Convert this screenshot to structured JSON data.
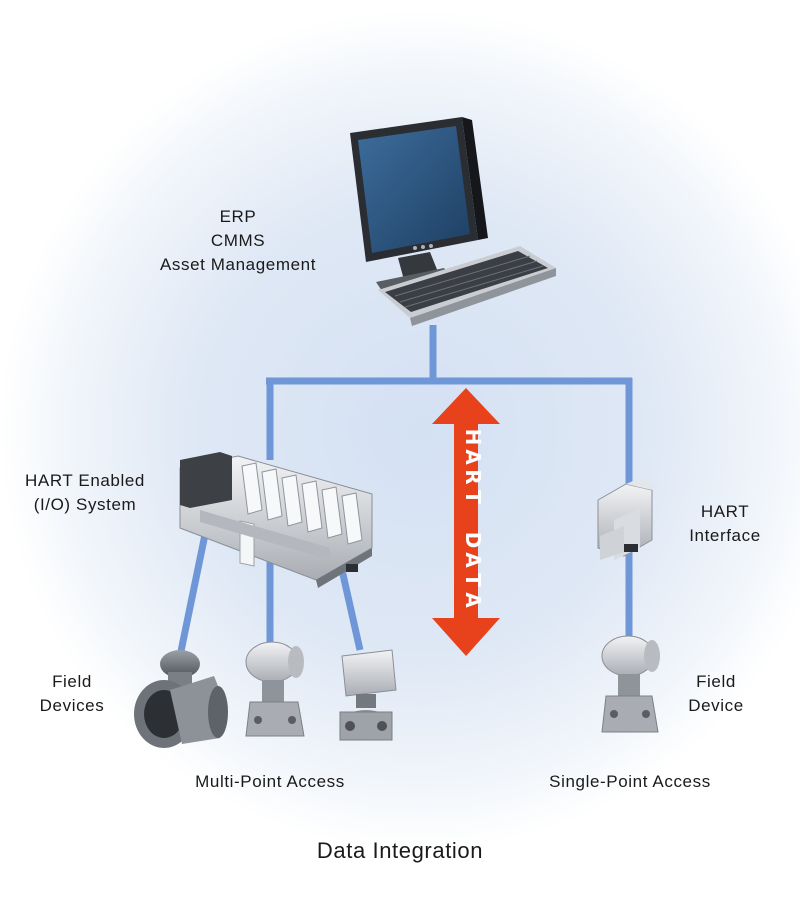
{
  "labels": {
    "erp_line1": "ERP",
    "erp_line2": "CMMS",
    "erp_line3": "Asset Management",
    "io_line1": "HART Enabled",
    "io_line2": "(I/O) System",
    "iface_line1": "HART",
    "iface_line2": "Interface",
    "field_devices_line1": "Field",
    "field_devices_line2": "Devices",
    "field_device_line1": "Field",
    "field_device_line2": "Device",
    "multi_point": "Multi-Point Access",
    "single_point": "Single-Point Access",
    "arrow_word1": "HART",
    "arrow_word2": "DATA",
    "caption": "Data Integration"
  },
  "colors": {
    "bus": "#6f97d8",
    "arrow": "#e8421c",
    "glow_center": "#c8d8ee",
    "screen": "#2f5a86"
  },
  "icons": {
    "computer": "desktop-computer-icon",
    "io_rack": "io-rack-icon",
    "interface": "hart-interface-icon",
    "flowmeter": "flowmeter-icon",
    "transmitter": "pressure-transmitter-icon",
    "valve": "valve-positioner-icon"
  }
}
